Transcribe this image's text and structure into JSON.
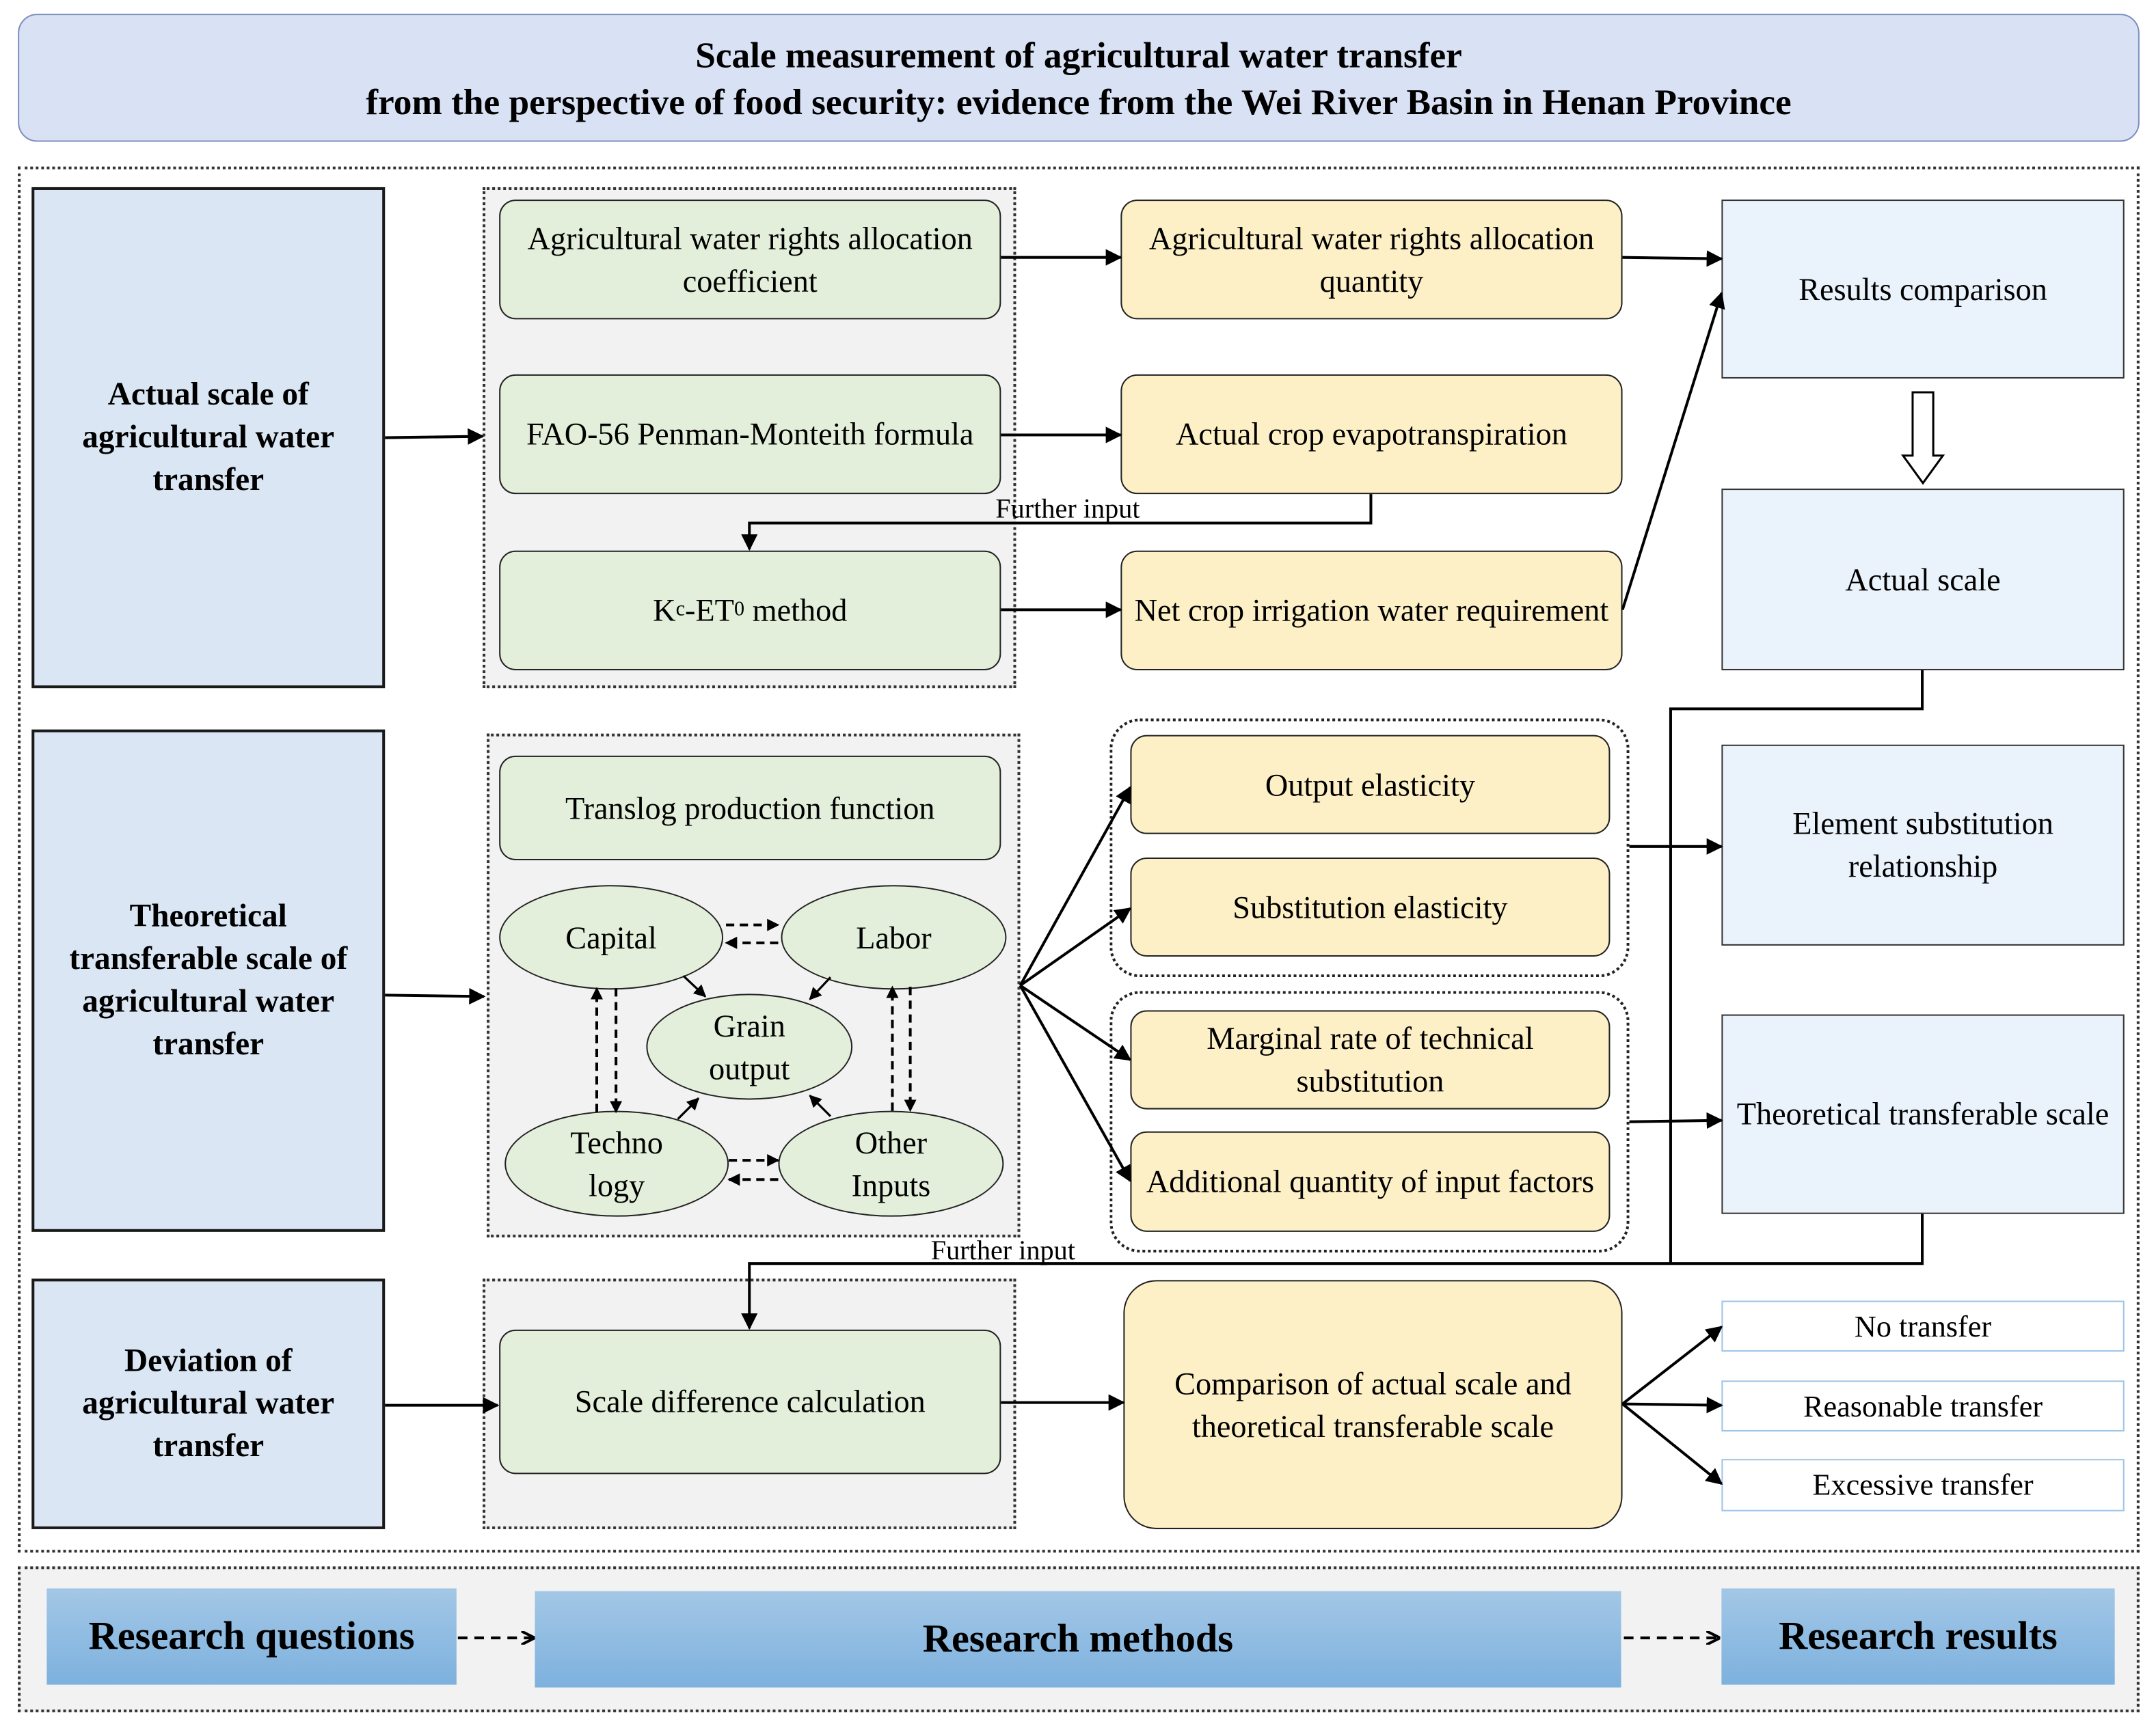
{
  "title": {
    "line1": "Scale measurement of agricultural water transfer",
    "line2": "from the perspective of food security: evidence from the Wei River Basin in Henan Province"
  },
  "questions": {
    "actual": "Actual scale of agricultural water transfer",
    "theoretical": "Theoretical transferable scale of agricultural water transfer",
    "deviation": "Deviation of agricultural water transfer"
  },
  "methods": {
    "allocation_coefficient": "Agricultural water rights allocation coefficient",
    "fao56": "FAO-56 Penman-Monteith formula",
    "kc_et0": {
      "k": "K",
      "k_sub": "c",
      "mid": "-ET",
      "et_sub": "0",
      "tail": " method"
    },
    "translog": "Translog production function",
    "scale_difference": "Scale difference calculation"
  },
  "factors": {
    "capital": "Capital",
    "labor": "Labor",
    "grain_output": "Grain output",
    "technology": "Techno logy",
    "other_inputs": "Other Inputs"
  },
  "outputs": {
    "allocation_quantity": "Agricultural water rights allocation quantity",
    "actual_et": "Actual crop evapotranspiration",
    "net_irrigation": "Net crop irrigation water requirement",
    "output_elasticity": "Output elasticity",
    "substitution_elasticity": "Substitution elasticity",
    "mrts": "Marginal rate of technical substitution",
    "additional_quantity": "Additional quantity of input factors",
    "comparison": "Comparison of actual scale and theoretical transferable scale"
  },
  "results": {
    "results_comparison": "Results comparison",
    "actual_scale": "Actual scale",
    "element_substitution": "Element substitution relationship",
    "theoretical_scale": "Theoretical transferable scale",
    "no_transfer": "No transfer",
    "reasonable_transfer": "Reasonable transfer",
    "excessive_transfer": "Excessive transfer"
  },
  "connector_labels": {
    "further_input_1": "Further input",
    "further_input_2": "Further input"
  },
  "legend": {
    "questions": "Research questions",
    "methods": "Research methods",
    "results": "Research results"
  },
  "colors": {
    "title_fill": "#d9e1f4",
    "question_fill": "#dae6f3",
    "method_fill": "#e3efda",
    "output_fill": "#fdf0c6",
    "result_fill": "#eaf2fb",
    "legend_bar": "#8dbbe2"
  }
}
